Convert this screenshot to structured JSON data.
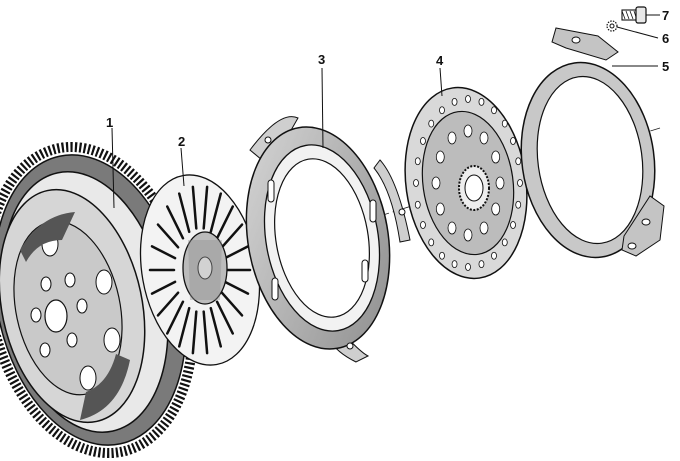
{
  "diagram": {
    "type": "exploded-view",
    "parts": [
      {
        "key": "flywheel",
        "label": "1"
      },
      {
        "key": "spring-plate",
        "label": "2"
      },
      {
        "key": "pressure-plate",
        "label": "3"
      },
      {
        "key": "clutch-disc",
        "label": "4"
      },
      {
        "key": "guide-ring",
        "label": "5"
      },
      {
        "key": "lock-washer",
        "label": "6"
      },
      {
        "key": "bolt",
        "label": "7"
      }
    ]
  }
}
